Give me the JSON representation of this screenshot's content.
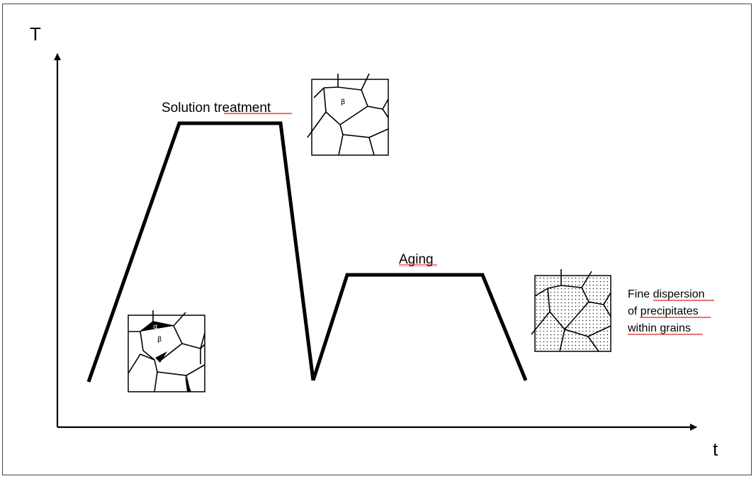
{
  "axes": {
    "y_label": "T",
    "x_label": "t"
  },
  "labels": {
    "solution_treatment": "Solution treatment",
    "aging": "Aging",
    "fine_dispersion_line1": "Fine dispersion",
    "fine_dispersion_line2": "of precipitates",
    "fine_dispersion_line3": "within grains"
  },
  "microstructures": {
    "initial": {
      "alpha": "α",
      "beta": "β"
    },
    "solution_treated": {
      "beta": "β"
    }
  },
  "colors": {
    "line": "#000000",
    "spellcheck_underline": "#e03030"
  }
}
